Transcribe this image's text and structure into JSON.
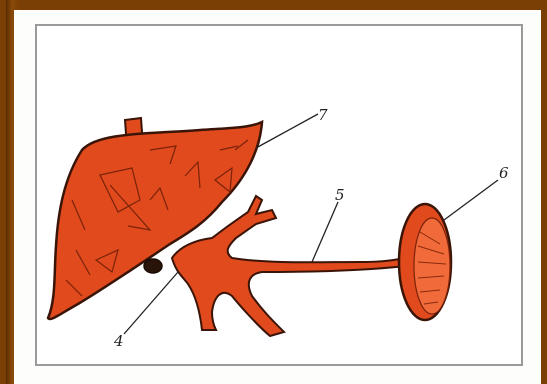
{
  "diagram": {
    "labels": {
      "l4": "4",
      "l5": "5",
      "l6": "6",
      "l7": "7"
    },
    "colors": {
      "organ": "#e04a1c",
      "organ_dark": "#a52a0c",
      "outline": "#3a1406",
      "frame": "#7a3f04"
    }
  }
}
